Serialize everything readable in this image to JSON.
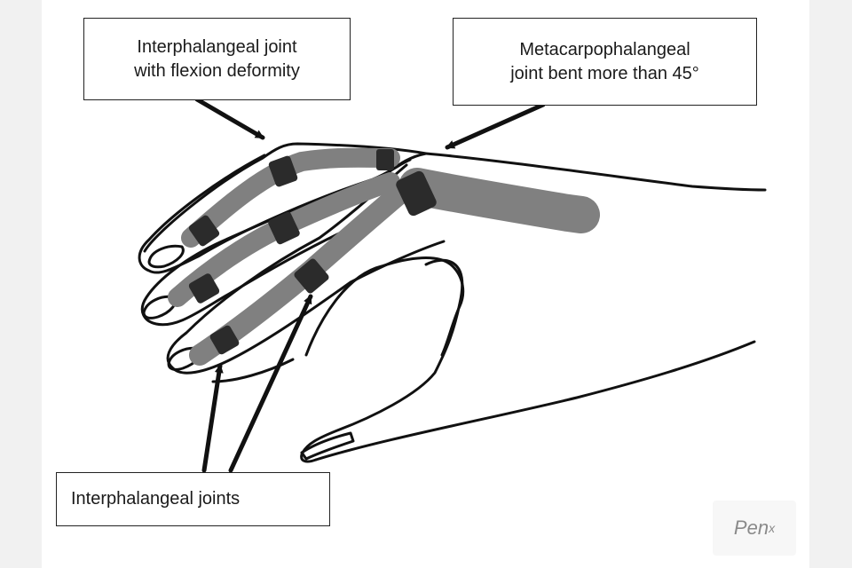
{
  "callouts": {
    "ip_flexion": {
      "line1": "Interphalangeal joint",
      "line2": "with flexion deformity"
    },
    "mcp": {
      "line1": "Metacarpophalangeal",
      "line2": "joint bent more than 45°"
    },
    "ip_joints": {
      "text": "Interphalangeal joints"
    }
  },
  "watermark": {
    "main": "Pen",
    "sub": "x"
  },
  "colors": {
    "outline": "#111111",
    "bone": "#808080",
    "joint": "#2b2b2b",
    "side_band": "#f1f1f1"
  }
}
